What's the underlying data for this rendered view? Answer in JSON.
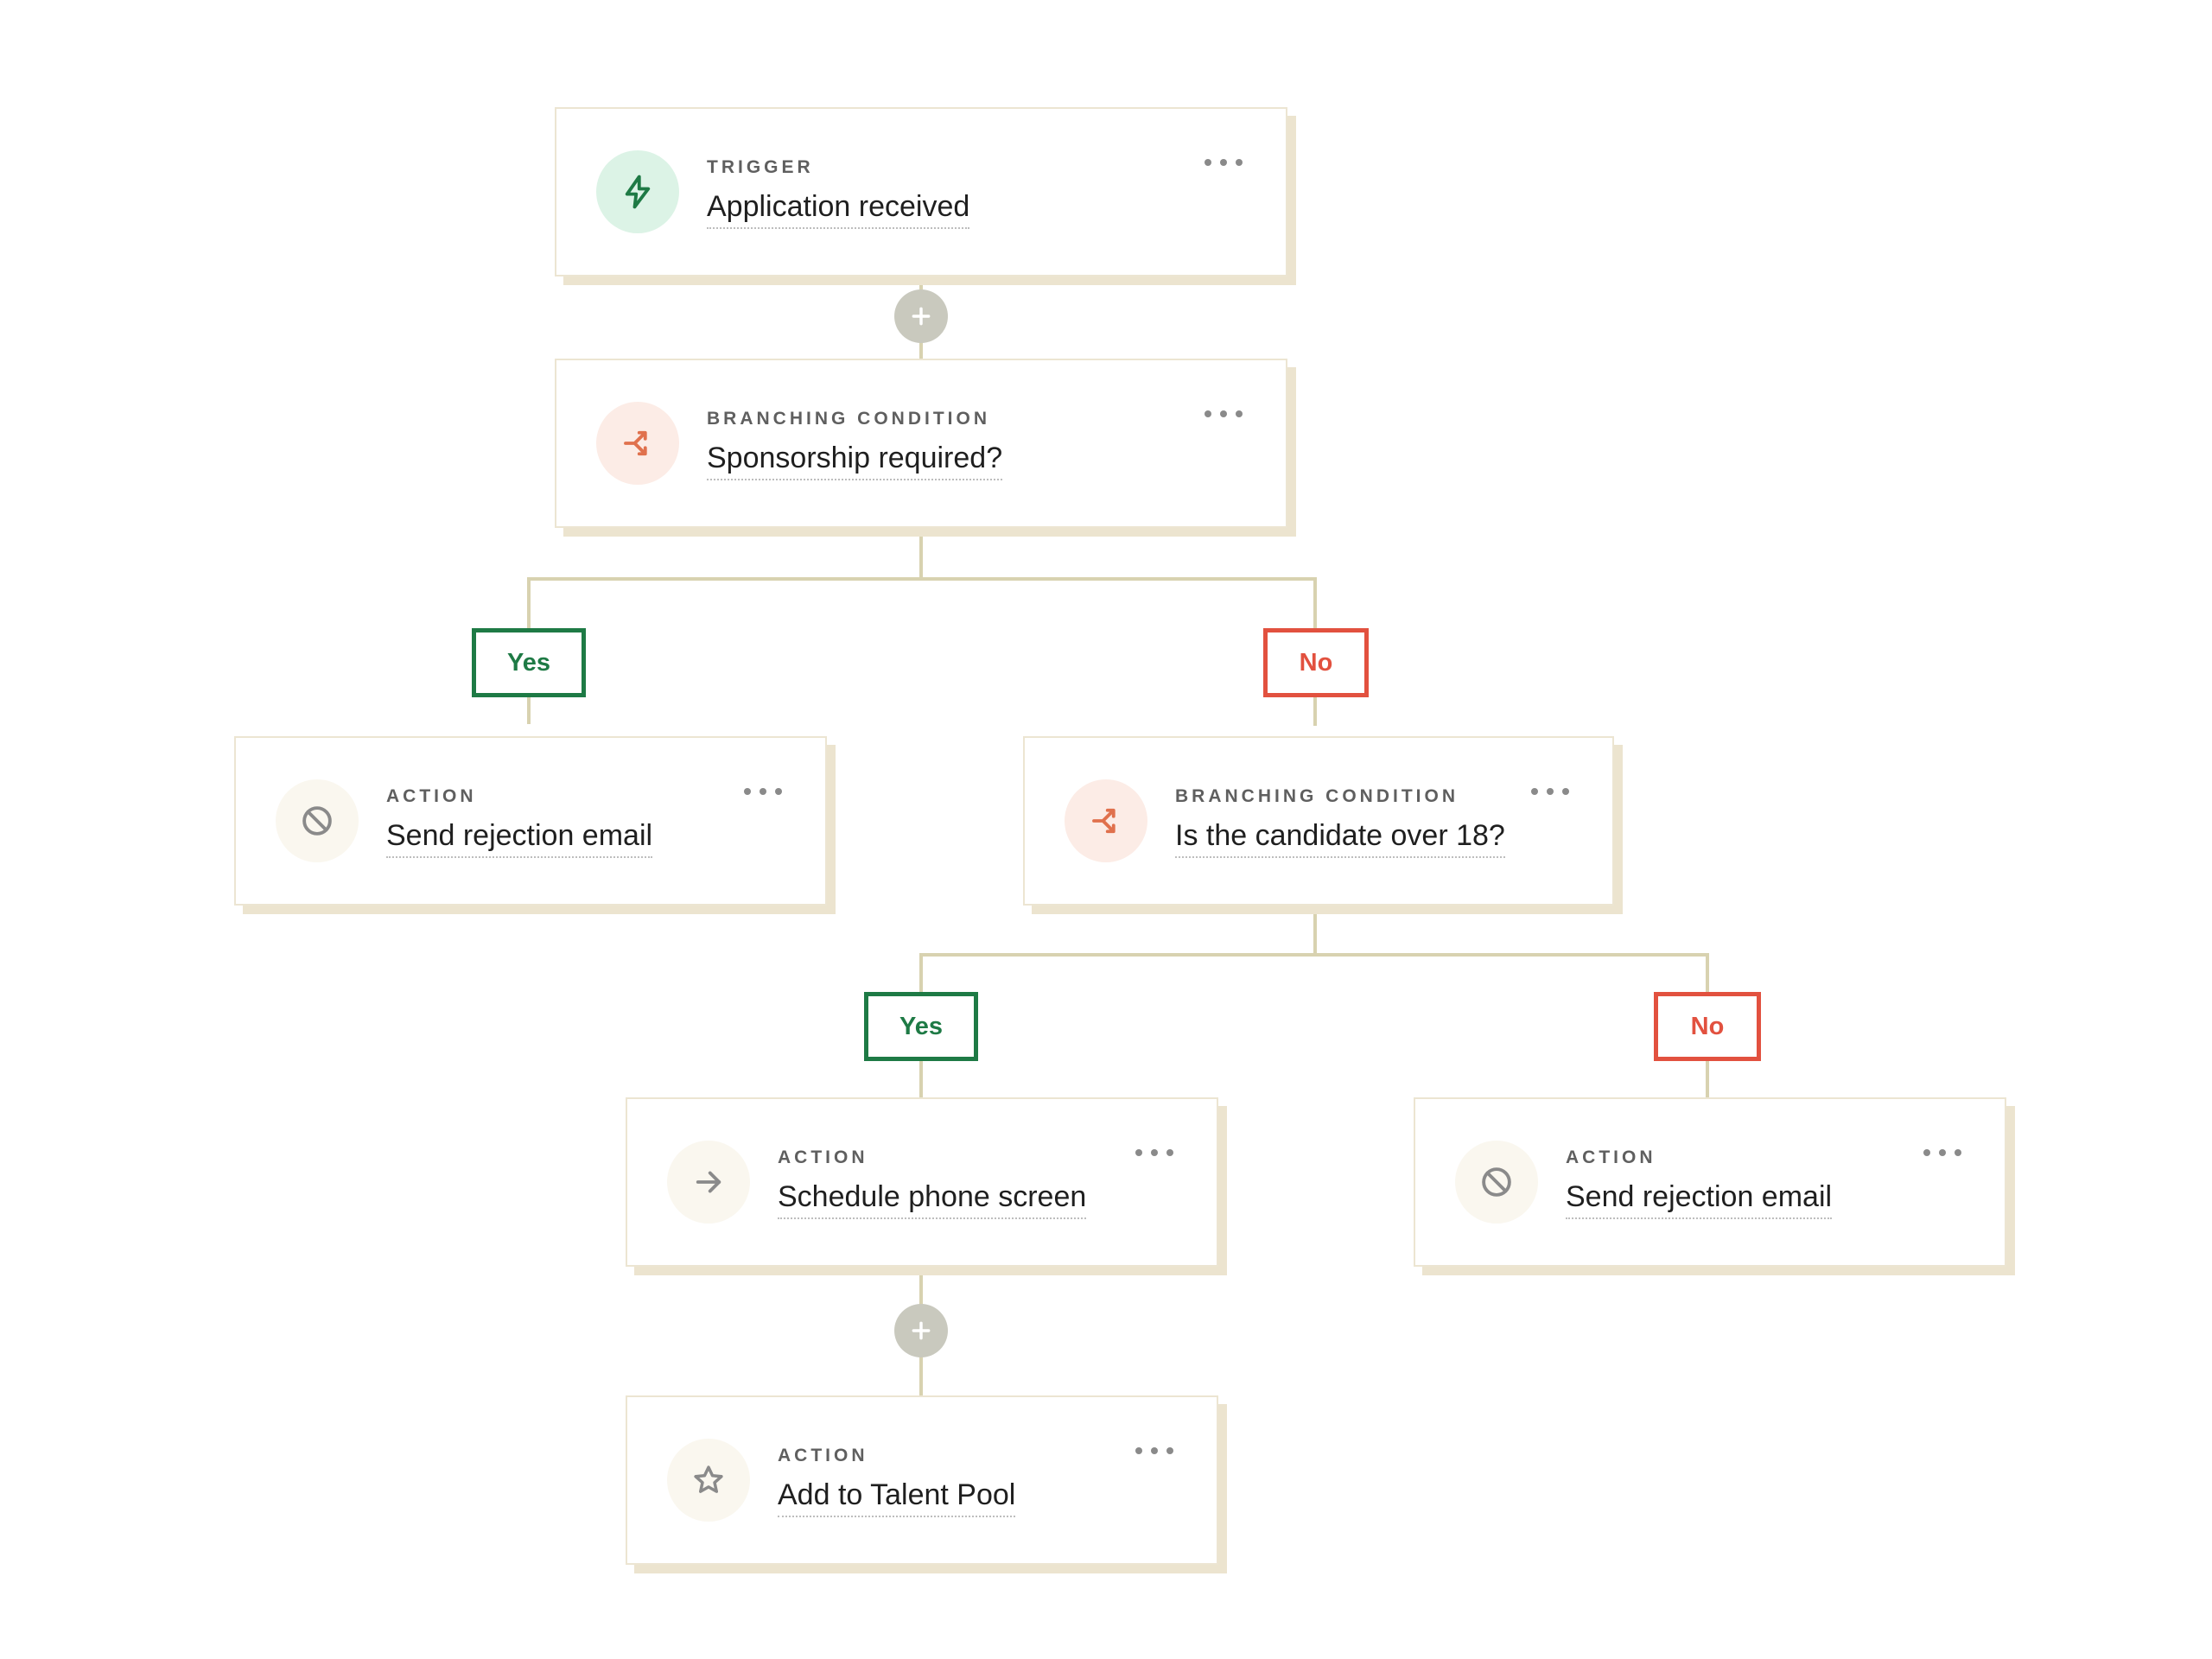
{
  "colors": {
    "connector": "#d8d2b0",
    "yes": "#1e7a45",
    "no": "#e2513f",
    "trigger_icon": "#1e7a45",
    "branch_icon": "#e0714d",
    "action_icon": "#8a8a8a"
  },
  "nodes": {
    "trigger": {
      "kind": "TRIGGER",
      "title": "Application received",
      "icon": "lightning-icon"
    },
    "branch1": {
      "kind": "BRANCHING CONDITION",
      "title": "Sponsorship required?",
      "icon": "branch-icon"
    },
    "action_reject1": {
      "kind": "ACTION",
      "title": "Send rejection email",
      "icon": "block-icon"
    },
    "branch2": {
      "kind": "BRANCHING CONDITION",
      "title": "Is the candidate over 18?",
      "icon": "branch-icon"
    },
    "action_phone": {
      "kind": "ACTION",
      "title": "Schedule phone screen",
      "icon": "arrow-right-icon"
    },
    "action_reject2": {
      "kind": "ACTION",
      "title": "Send rejection email",
      "icon": "block-icon"
    },
    "action_pool": {
      "kind": "ACTION",
      "title": "Add to Talent Pool",
      "icon": "star-icon"
    }
  },
  "branch_labels": {
    "branch1_yes": "Yes",
    "branch1_no": "No",
    "branch2_yes": "Yes",
    "branch2_no": "No"
  }
}
